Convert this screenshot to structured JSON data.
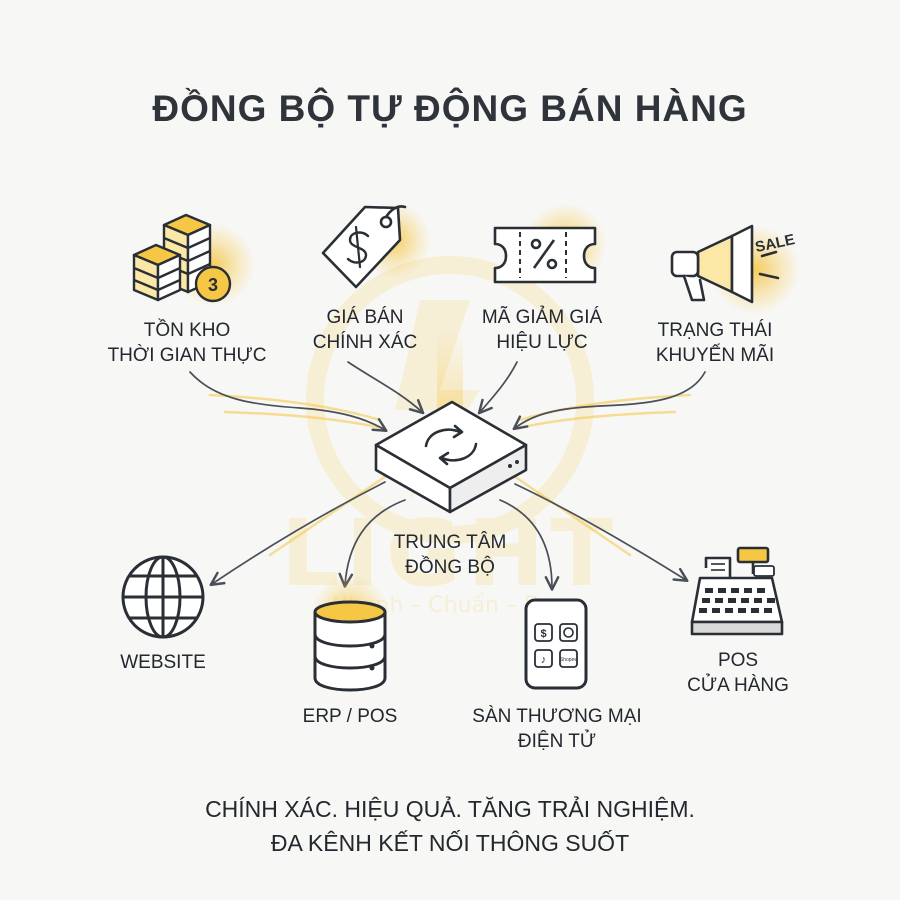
{
  "title": "ĐỒNG BỘ TỰ ĐỘNG BÁN HÀNG",
  "sources": [
    {
      "line1": "TỒN KHO",
      "line2": "THỜI GIAN THỰC",
      "icon": "inventory-boxes-icon",
      "badge": "3"
    },
    {
      "line1": "GIÁ BÁN",
      "line2": "CHÍNH XÁC",
      "icon": "price-tag-icon"
    },
    {
      "line1": "MÃ GIẢM GIÁ",
      "line2": "HIỆU LỰC",
      "icon": "coupon-ticket-icon"
    },
    {
      "line1": "TRẠNG THÁI",
      "line2": "KHUYẾN MÃI",
      "icon": "megaphone-icon",
      "badge": "SALE"
    }
  ],
  "hub": {
    "line1": "TRUNG TÂM",
    "line2": "ĐỒNG BỘ",
    "icon": "sync-hub-icon"
  },
  "targets": [
    {
      "line1": "WEBSITE",
      "line2": "",
      "icon": "globe-icon"
    },
    {
      "line1": "ERP / POS",
      "line2": "",
      "icon": "database-icon"
    },
    {
      "line1": "SÀN THƯƠNG MẠI",
      "line2": "ĐIỆN TỬ",
      "icon": "smartphone-apps-icon",
      "app_label": "Shopee"
    },
    {
      "line1": "POS",
      "line2": "CỬA HÀNG",
      "icon": "cash-register-icon"
    }
  ],
  "footer": {
    "line1": "CHÍNH XÁC. HIỆU QUẢ. TĂNG TRẢI NGHIỆM.",
    "line2": "ĐA KÊNH KẾT NỐI THÔNG SUỐT"
  },
  "watermark": {
    "brand": "LIGHT",
    "tagline": "Nhanh – Chuẩn – Đẹp"
  },
  "colors": {
    "accent": "#f6c744",
    "accent_soft": "#fbe8a6",
    "ink": "#2a2f36",
    "arrow": "#4a4f57",
    "background": "#f7f7f6"
  }
}
